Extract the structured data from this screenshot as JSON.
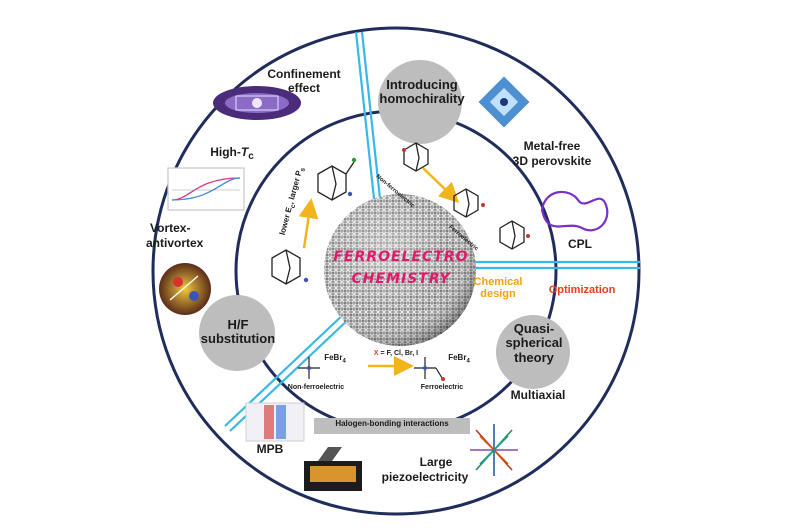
{
  "center": {
    "title_line1": "FERROELECTRO",
    "title_line2": "CHEMISTRY"
  },
  "sections": {
    "homochirality": "Introducing homochirality",
    "hf_substitution": "H/F substitution",
    "quasi_spherical": "Quasi-spherical theory",
    "chemical_design": "Chemical design",
    "optimization": "Optimization"
  },
  "outer_labels": {
    "confinement_line1": "Confinement",
    "confinement_line2": "effect",
    "high_tc": "High-",
    "high_tc_italic": "T",
    "high_tc_sub": "c",
    "vortex_line1": "Vortex-",
    "vortex_line2": "antivortex",
    "metal_free_line1": "Metal-free",
    "metal_free_line2": "3D perovskite",
    "cpl": "CPL",
    "multiaxial": "Multiaxial",
    "mpb": "MPB",
    "halogen_bonding": "Halogen-bonding interactions",
    "large_piezo_line1": "Large",
    "large_piezo_line2": "piezoelectricity"
  },
  "inner_labels": {
    "non_ferroelectric_top": "Non-ferroelectric",
    "ferroelectric_top": "Ferroelectric",
    "lower_ec": "lower E",
    "lower_ec_sub": "c",
    "larger_ps": ", larger P",
    "larger_ps_sub": "s",
    "febr4_left": "FeBr",
    "febr4_right": "FeBr",
    "x_equals": "= F, Cl, Br, I",
    "x_symbol": "X",
    "non_ferroelectric_bottom": "Non-ferroelectric",
    "ferroelectric_bottom": "Ferroelectric"
  },
  "colors": {
    "ring": "#1f2d5c",
    "divider": "#39b8e6",
    "bubble": "#bdbdbd",
    "arrow": "#f1b41c",
    "accent_orange": "#f3a10f",
    "accent_red": "#e0401c",
    "center_text": "#e01a6a"
  }
}
